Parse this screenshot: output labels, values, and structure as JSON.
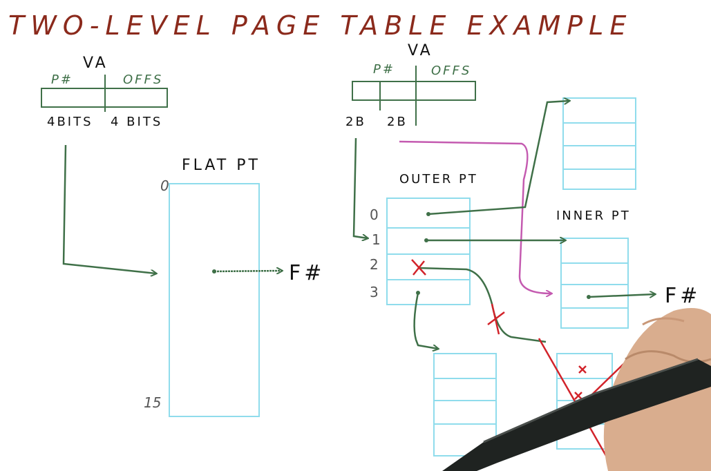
{
  "title": "TWO-LEVEL   PAGE TABLE   EXAMPLE",
  "flat": {
    "va_label": "VA",
    "pnum_label": "P#",
    "offs_label": "OFFS",
    "bits_left": "4BITS",
    "bits_right": "4 BITS",
    "table_label": "FLAT PT",
    "index_top": "0",
    "index_bottom": "15",
    "frame_label": "F#"
  },
  "two_level": {
    "va_label": "VA",
    "pnum_label": "P#",
    "offs_label": "OFFS",
    "bits_outer": "2B",
    "bits_inner": "2B",
    "outer_label": "OUTER PT",
    "outer_indices": [
      "0",
      "1",
      "2",
      "3"
    ],
    "inner_label": "INNER PT",
    "frame_label": "F#"
  },
  "colors": {
    "title": "#8b2a1c",
    "ink": "#111111",
    "arrow": "#3f7048",
    "table": "#8fdcec",
    "pink": "#c45ab0",
    "cross": "#d2232a",
    "index": "#555555"
  }
}
